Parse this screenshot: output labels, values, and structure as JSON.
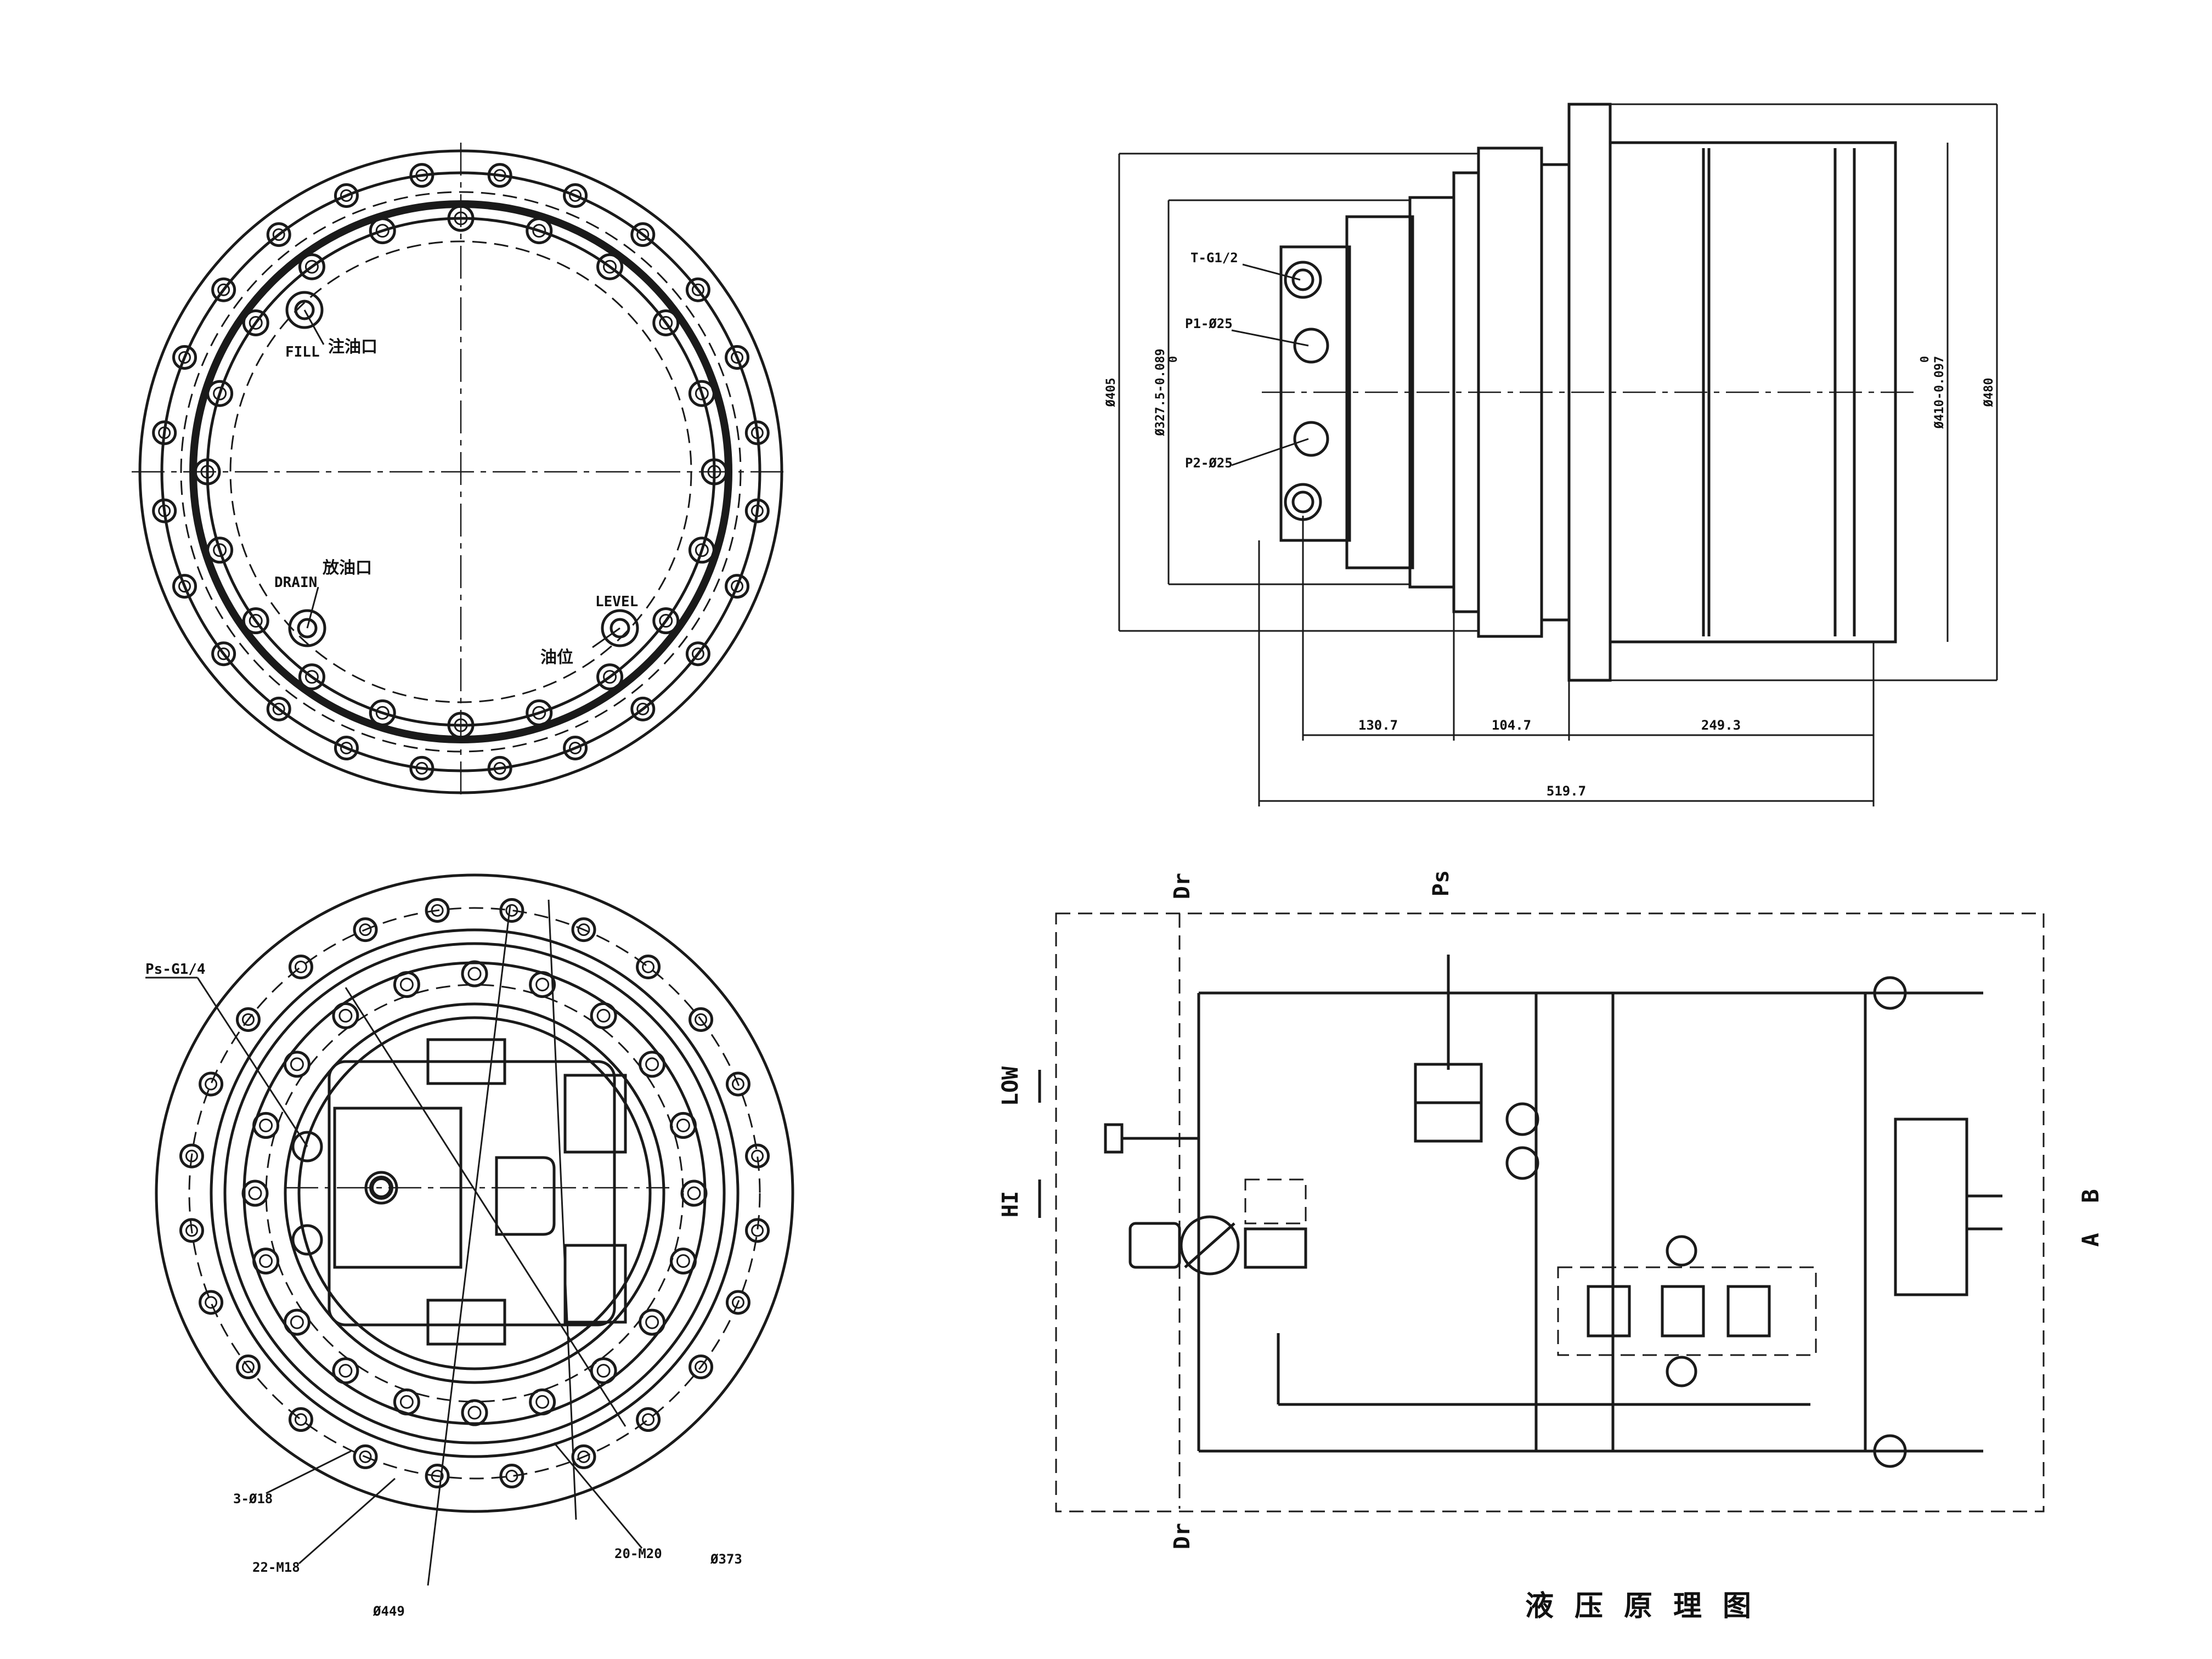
{
  "top_left_view": {
    "fill_label": "FILL",
    "fill_cn": "注油口",
    "drain_label": "DRAIN",
    "drain_cn": "放油口",
    "level_label": "LEVEL",
    "level_cn": "油位"
  },
  "side_view": {
    "port_t": "T-G1/2",
    "port_p1": "P1-Ø25",
    "port_p2": "P2-Ø25",
    "dim_d405": "Ø405",
    "dim_d327": "Ø327.5-0.089",
    "dim_d410": "Ø410-0.097",
    "dim_d480": "Ø480",
    "tol_zero_left": "0",
    "tol_zero_right": "0",
    "dim_130": "130.7",
    "dim_104": "104.7",
    "dim_249": "249.3",
    "dim_519": "519.7"
  },
  "bottom_left_view": {
    "ps_port": "Ps-G1/4",
    "holes_3": "3-Ø18",
    "holes_22": "22-M18",
    "dia_449": "Ø449",
    "holes_20": "20-M20",
    "dia_373": "Ø373"
  },
  "hydraulic": {
    "dr_top": "Dr",
    "ps_top": "Ps",
    "low": "LOW",
    "hi": "HI",
    "a": "A",
    "b": "B",
    "dr_bottom": "Dr",
    "title_cn": "液压原理图"
  }
}
